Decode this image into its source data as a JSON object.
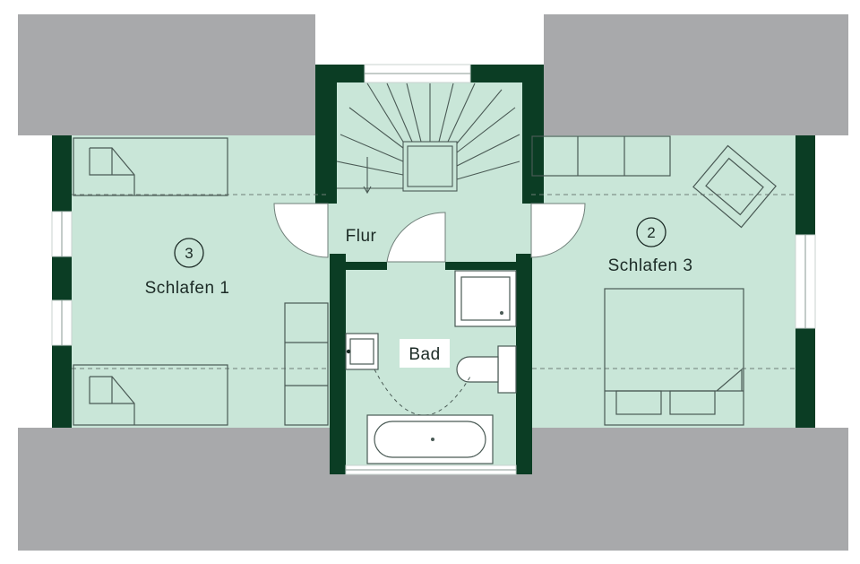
{
  "plan": {
    "colors": {
      "floor": "#c9e6d8",
      "wall": "#0b3d24",
      "roof": "#a8a9ab",
      "fixture_line": "#4a5a55",
      "label_text": "#1c2b26"
    },
    "rooms": {
      "schlafen1": {
        "number": "3",
        "name": "Schlafen 1"
      },
      "schlafen3": {
        "number": "2",
        "name": "Schlafen 3"
      },
      "flur": {
        "name": "Flur"
      },
      "bad": {
        "name": "Bad"
      }
    }
  }
}
